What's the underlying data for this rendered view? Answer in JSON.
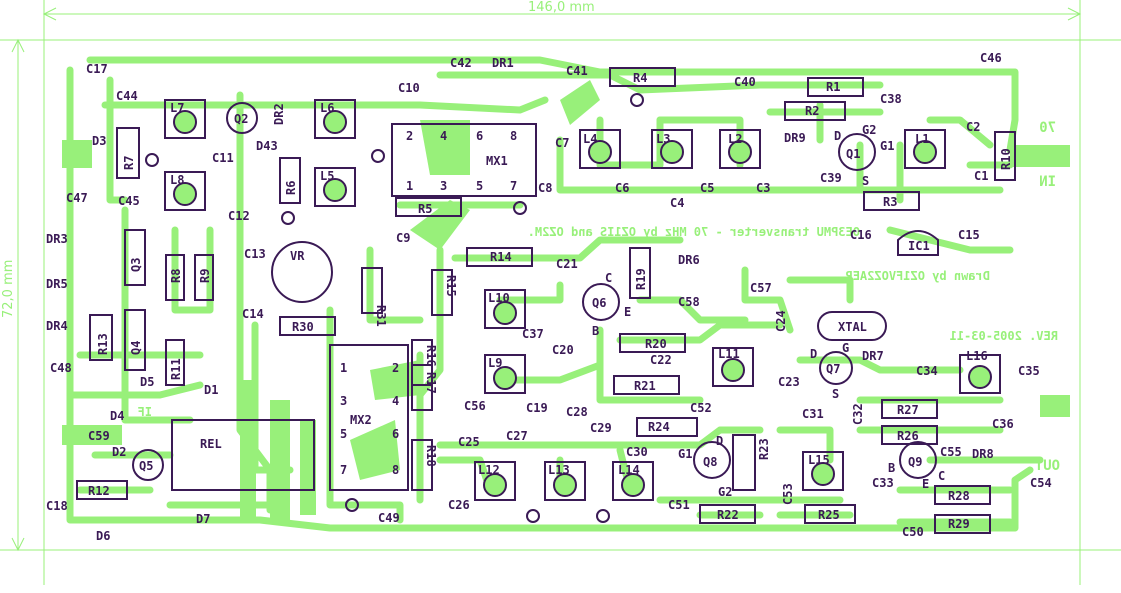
{
  "board": {
    "trace_color": "#98f07a",
    "component_color": "#3a1a55",
    "background_color": "#ffffff"
  },
  "dimensions": {
    "width_label": "146,0 mm",
    "height_label": "72,0 mm"
  },
  "silkscreen": {
    "title_line": "OE3PMU transverter - 70 MHz by OZ1IS and OZ2M.",
    "drawn_by": "Drawn by OZ1FVOZ2AEP",
    "revision": "REV. 2005-03-11",
    "port_70_top": "70",
    "port_in": "IN",
    "port_70_mid": "70",
    "port_out": "OUT",
    "port_if": "IF"
  },
  "components": {
    "C17": "C17",
    "C44": "C44",
    "D3": "D3",
    "R7": "R7",
    "C47": "C47",
    "C45": "C45",
    "DR3": "DR3",
    "DR5": "DR5",
    "DR4": "DR4",
    "R13": "R13",
    "Q4": "Q4",
    "Q3": "Q3",
    "R8": "R8",
    "R9": "R9",
    "R11": "R11",
    "D1": "D1",
    "D5": "D5",
    "D4": "D4",
    "C48": "C48",
    "C59": "C59",
    "D2": "D2",
    "Q5": "Q5",
    "R12": "R12",
    "C18": "C18",
    "D6": "D6",
    "D7": "D7",
    "REL": "REL",
    "L7": "L7",
    "L8": "L8",
    "Q2": "Q2",
    "DR2": "DR2",
    "D43": "D43",
    "C11": "C11",
    "C12": "C12",
    "R6": "R6",
    "L6": "L6",
    "L5": "L5",
    "C10": "C10",
    "C42": "C42",
    "DR1": "DR1",
    "C41": "C41",
    "R4": "R4",
    "C40": "C40",
    "R1": "R1",
    "R2": "R2",
    "C46": "C46",
    "C38": "C38",
    "DR9": "DR9",
    "Q1": "Q1",
    "G1": "G1",
    "G2": "G2",
    "D": "D",
    "S": "S",
    "L1": "L1",
    "C2": "C2",
    "C1": "C1",
    "R10": "R10",
    "C39": "C39",
    "R3": "R3",
    "C3": "C3",
    "C5": "C5",
    "C6": "C6",
    "C4": "C4",
    "C7": "C7",
    "C8": "C8",
    "L4": "L4",
    "L3": "L3",
    "L2": "L2",
    "MX1": "MX1",
    "R5": "R5",
    "C9": "C9",
    "C13": "C13",
    "C14": "C14",
    "VR": "VR",
    "R31": "R31",
    "R30": "R30",
    "R15": "R15",
    "R14": "R14",
    "C21": "C21",
    "R19": "R19",
    "DR6": "DR6",
    "C16": "C16",
    "IC1": "IC1",
    "C15": "C15",
    "L10": "L10",
    "C37": "C37",
    "Q6": "Q6",
    "C58": "C58",
    "C57": "C57",
    "C24": "C24",
    "XTAL": "XTAL",
    "R20": "R20",
    "C22": "C22",
    "L9": "L9",
    "C20": "C20",
    "L11": "L11",
    "Q7": "Q7",
    "C23": "C23",
    "DR7": "DR7",
    "C34": "C34",
    "L16": "L16",
    "C35": "C35",
    "C36": "C36",
    "R21": "R21",
    "MX2": "MX2",
    "R16": "R16",
    "R17": "R17",
    "R18": "R18",
    "C56": "C56",
    "C19": "C19",
    "C28": "C28",
    "C25": "C25",
    "C27": "C27",
    "C29": "C29",
    "R24": "R24",
    "C52": "C52",
    "C30": "C30",
    "Q8": "Q8",
    "R23": "R23",
    "C31": "C31",
    "C32": "C32",
    "R27": "R27",
    "R26": "R26",
    "C55": "C55",
    "Q9": "Q9",
    "DR8": "DR8",
    "L12": "L12",
    "L13": "L13",
    "L14": "L14",
    "L15": "L15",
    "C53": "C53",
    "C33": "C33",
    "R28": "R28",
    "C54": "C54",
    "C26": "C26",
    "C49": "C49",
    "C51": "C51",
    "R22": "R22",
    "R25": "R25",
    "C50": "C50",
    "R29": "R29"
  },
  "pins": {
    "mx1": [
      "2",
      "4",
      "6",
      "8",
      "1",
      "3",
      "5",
      "7"
    ],
    "mx2": [
      "1",
      "2",
      "3",
      "4",
      "5",
      "6",
      "7",
      "8"
    ],
    "q_b": "B",
    "q_c": "C",
    "q_e": "E",
    "q_g": "G",
    "q_d": "D",
    "q_s": "S"
  }
}
